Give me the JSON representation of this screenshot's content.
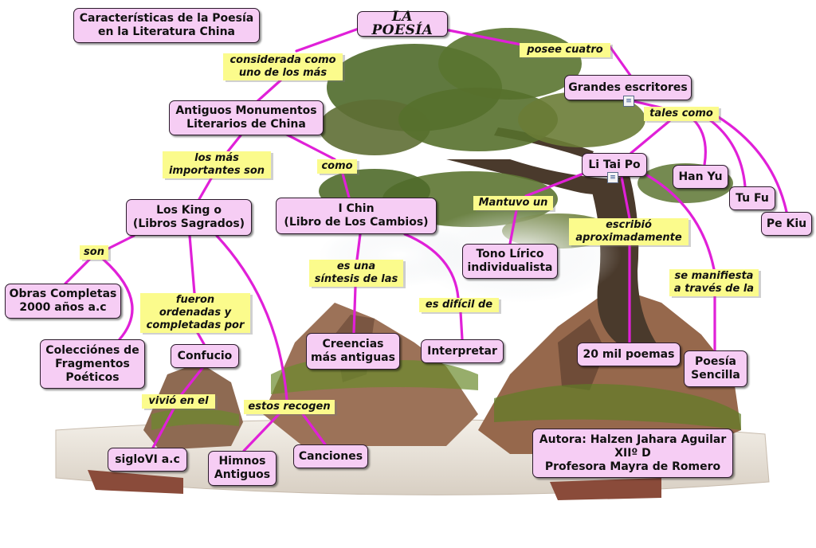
{
  "map": {
    "link_color": "#e020d8",
    "node_fill": "#f6cdf4",
    "phrase_fill": "#fbfb8c"
  },
  "nodes": {
    "header": "Características de la Poesía\nen la Literatura China",
    "title": "LA POESÍA",
    "grandes": "Grandes escritores",
    "antiguos": "Antiguos Monumentos\nLiterarios de China",
    "litaipo": "Li Tai Po",
    "hanyu": "Han Yu",
    "tufu": "Tu Fu",
    "pekiu": "Pe Kiu",
    "losking": "Los King o\n(Libros Sagrados)",
    "ichin": "I Chin\n(Libro de Los Cambios)",
    "tono": "Tono Lírico\nindividualista",
    "obras": "Obras Completas\n2000 años a.c",
    "colecciones": "Colecciónes de\nFragmentos\nPoéticos",
    "confucio": "Confucio",
    "creencias": "Creencias\nmás antiguas",
    "interpretar": "Interpretar",
    "veintemil": "20 mil poemas",
    "poesia_sencilla": "Poesía\nSencilla",
    "siglo": "sigloVI a.c",
    "himnos": "Himnos\nAntiguos",
    "canciones": "Canciones",
    "autora": "Autora: Halzen Jahara Aguilar\nXIIº D\nProfesora Mayra de Romero"
  },
  "phrases": {
    "considerada": "considerada como\nuno de los más",
    "posee": "posee cuatro",
    "tales": "tales como",
    "losmas": "los más\nimportantes son",
    "como": "como",
    "mantuvo": "Mantuvo un",
    "escribio": "escribió\naproximadamente",
    "son": "son",
    "esuna": "es una\nsíntesis de las",
    "manifiesta": "se manifiesta\na través de la",
    "fueron": "fueron\nordenadas y\ncompletadas por",
    "esdificil": "es difícil de",
    "vivio": "vivió en el",
    "recogen": "estos recogen"
  },
  "icons": [
    "note-icon",
    "note-icon"
  ]
}
